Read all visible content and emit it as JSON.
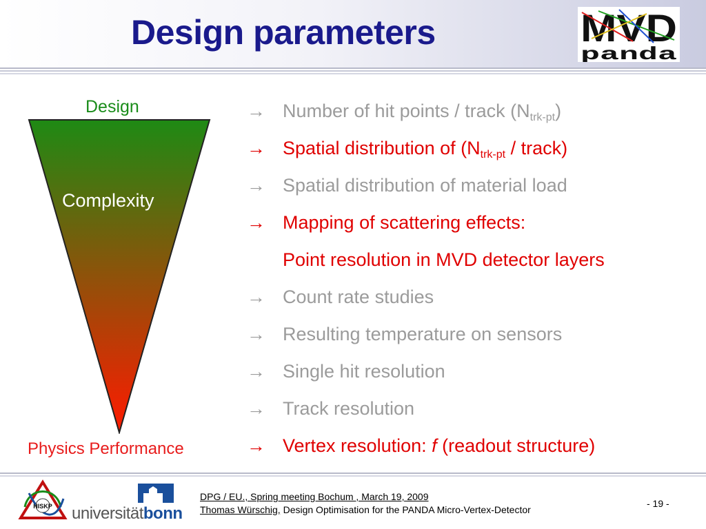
{
  "slide": {
    "title": "Design parameters",
    "logo_top_text": "MVD",
    "logo_bottom_text": "panda"
  },
  "funnel": {
    "top_label": "Design",
    "center_label": "Complexity",
    "bottom_label": "Physics Performance",
    "colors": {
      "top": "#1e8a14",
      "bottom": "#ff1a00"
    }
  },
  "bullets": [
    {
      "arrow": "→",
      "pre": "Number of hit points / track (N",
      "sub": "trk-pt",
      "post": ")",
      "color": "grey"
    },
    {
      "arrow": "→",
      "pre": "Spatial distribution of (N",
      "sub": "trk-pt",
      "post": " / track)",
      "color": "red"
    },
    {
      "arrow": "→",
      "pre": "Spatial distribution of material load",
      "color": "grey"
    },
    {
      "arrow": "→",
      "pre": "Mapping of scattering effects:",
      "color": "red"
    },
    {
      "arrow": "",
      "pre": "Point resolution in MVD detector layers",
      "color": "red"
    },
    {
      "arrow": "→",
      "pre": "Count rate studies",
      "color": "grey"
    },
    {
      "arrow": "→",
      "pre": "Resulting temperature on sensors",
      "color": "grey"
    },
    {
      "arrow": "→",
      "pre": "Single hit resolution",
      "color": "grey"
    },
    {
      "arrow": "→",
      "pre": "Track resolution",
      "color": "grey"
    },
    {
      "arrow": "→",
      "pre": "Vertex resolution: ",
      "italic": "f",
      "post": " (readout structure)",
      "color": "red"
    }
  ],
  "footer": {
    "hiskp_logo_text": "HISKP",
    "uni_text_pre": "universität",
    "uni_text_bold": "bonn",
    "line1": "DPG / EU., Spring meeting Bochum , March 19, 2009",
    "author": "Thomas Würschig,",
    "line2_rest": " Design Optimisation for the PANDA Micro-Vertex-Detector",
    "page": "- 19 -"
  }
}
